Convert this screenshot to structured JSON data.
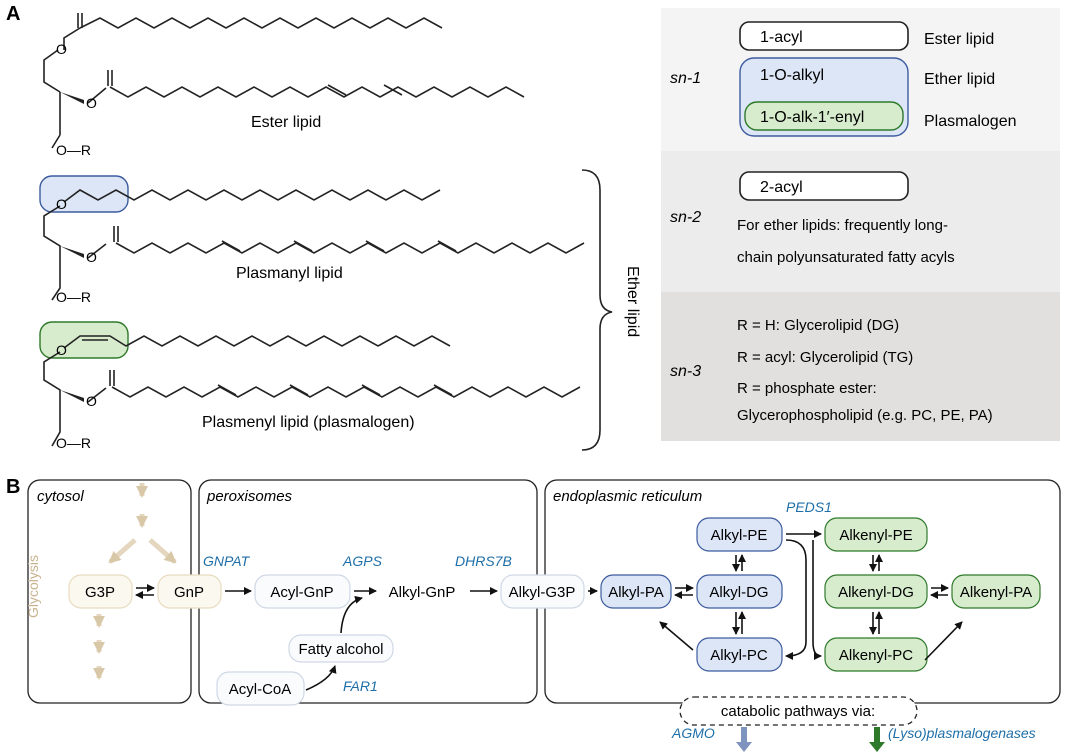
{
  "panel_a": {
    "label": "A",
    "structures": {
      "ester": "Ester lipid",
      "plasmanyl": "Plasmanyl lipid",
      "plasmenyl": "Plasmenyl lipid (plasmalogen)",
      "o_r": "O—R",
      "ether_bracket": "Ether lipid"
    },
    "sn1": {
      "label": "sn-1",
      "box1": "1-acyl",
      "type1": "Ester lipid",
      "box2": "1-O-alkyl",
      "type2": "Ether lipid",
      "box3": "1-O-alk-1′-enyl",
      "type3": "Plasmalogen"
    },
    "sn2": {
      "label": "sn-2",
      "box": "2-acyl",
      "text_line1": "For ether lipids: frequently long-",
      "text_line2": "chain polyunsaturated fatty acyls"
    },
    "sn3": {
      "label": "sn-3",
      "line1": "R = H: Glycerolipid (DG)",
      "line2": "R = acyl: Glycerolipid (TG)",
      "line3": "R = phosphate ester:",
      "line4": "Glycerophospholipid (e.g. PC, PE, PA)"
    }
  },
  "panel_b": {
    "label": "B",
    "compartments": {
      "cytosol": "cytosol",
      "peroxisomes": "peroxisomes",
      "er": "endoplasmic reticulum"
    },
    "glycolysis": "Glycolysis",
    "nodes": {
      "g3p": "G3P",
      "gnp": "GnP",
      "acyl_gnp": "Acyl-GnP",
      "alkyl_gnp": "Alkyl-GnP",
      "alkyl_g3p": "Alkyl-G3P",
      "fatty_alcohol": "Fatty alcohol",
      "acyl_coa": "Acyl-CoA",
      "alkyl_pa": "Alkyl-PA",
      "alkyl_pe": "Alkyl-PE",
      "alkyl_dg": "Alkyl-DG",
      "alkyl_pc": "Alkyl-PC",
      "alkenyl_pe": "Alkenyl-PE",
      "alkenyl_dg": "Alkenyl-DG",
      "alkenyl_pc": "Alkenyl-PC",
      "alkenyl_pa": "Alkenyl-PA"
    },
    "enzymes": {
      "gnpat": "GNPAT",
      "agps": "AGPS",
      "dhrs7b": "DHRS7B",
      "peds1": "PEDS1",
      "far1": "FAR1",
      "agmo": "AGMO",
      "plasmalogenases": "(Lyso)plasmalogenases"
    },
    "catabolic": "catabolic pathways via:"
  },
  "colors": {
    "enzyme": "#1e6ea8",
    "blue_fill": "#dde6f7",
    "blue_stroke": "#3d5c9e",
    "green_fill": "#d7eccd",
    "green_stroke": "#2f7a2a",
    "tan": "#c9b38f"
  }
}
